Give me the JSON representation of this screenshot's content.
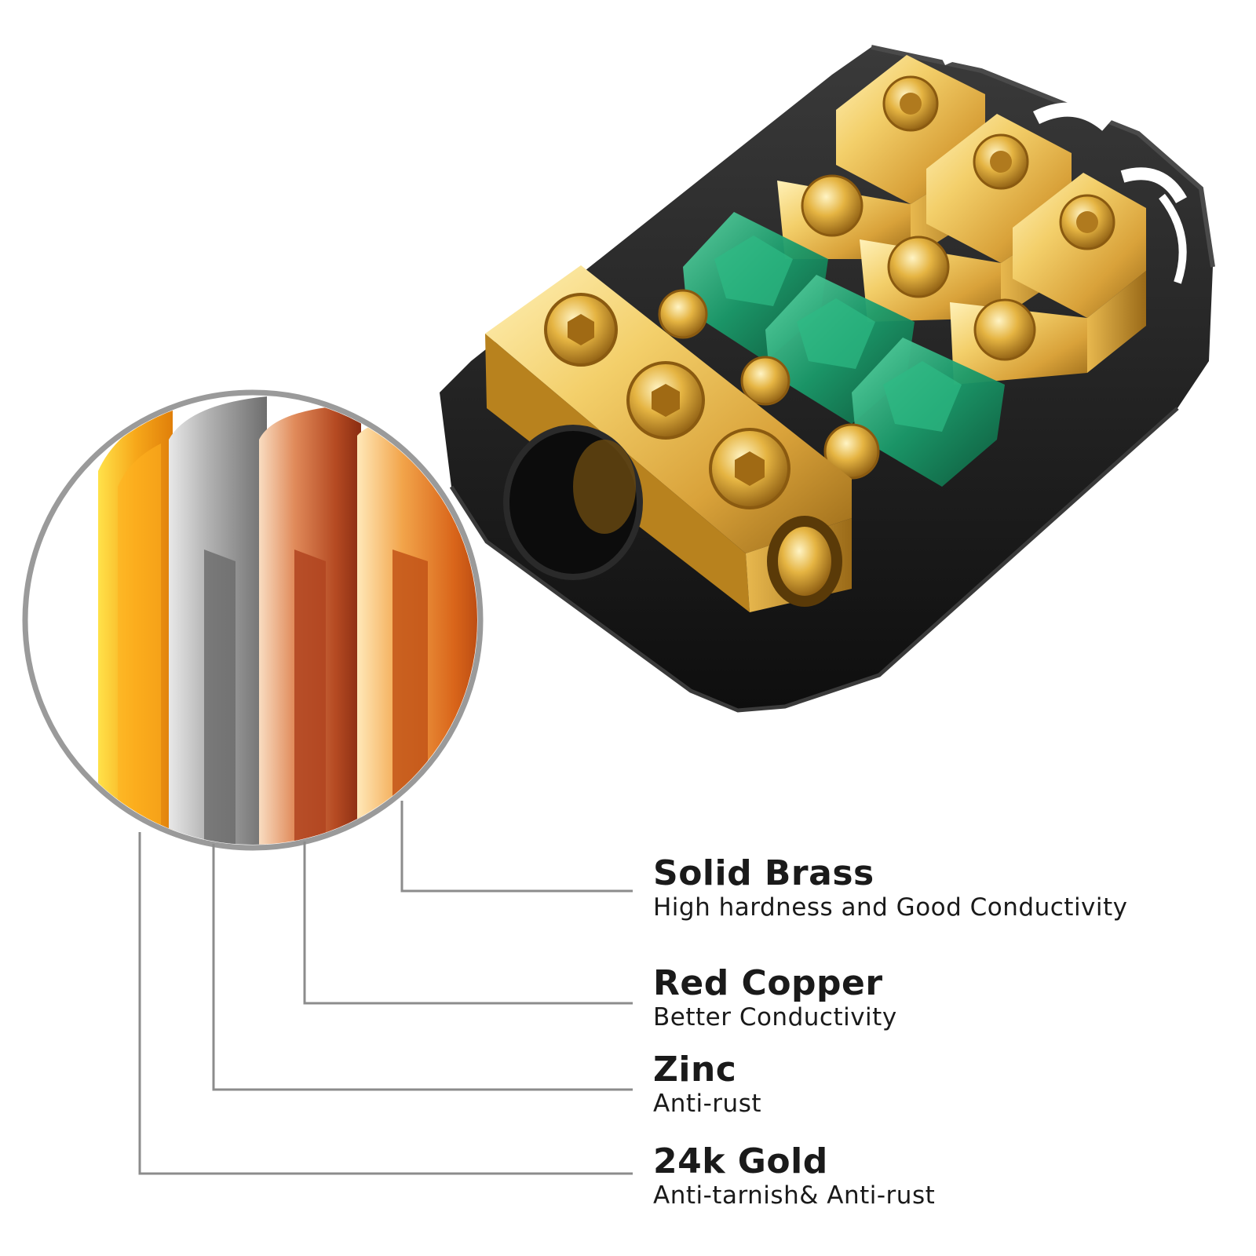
{
  "layers": [
    {
      "title": "Solid Brass",
      "description": "High hardness and Good Conductivity"
    },
    {
      "title": "Red Copper",
      "description": "Better Conductivity"
    },
    {
      "title": "Zinc",
      "description": "Anti-rust"
    },
    {
      "title": "24k Gold",
      "description": "Anti-tarnish& Anti-rust"
    }
  ],
  "colors": {
    "gold": "#f7a81a",
    "zinc": "#a8a8a8",
    "copper": "#c4582a",
    "brass": "#e07a1e",
    "fuse": "#1a9a6a",
    "housing": "#1c1c1c",
    "leader": "#8c8c8c"
  }
}
